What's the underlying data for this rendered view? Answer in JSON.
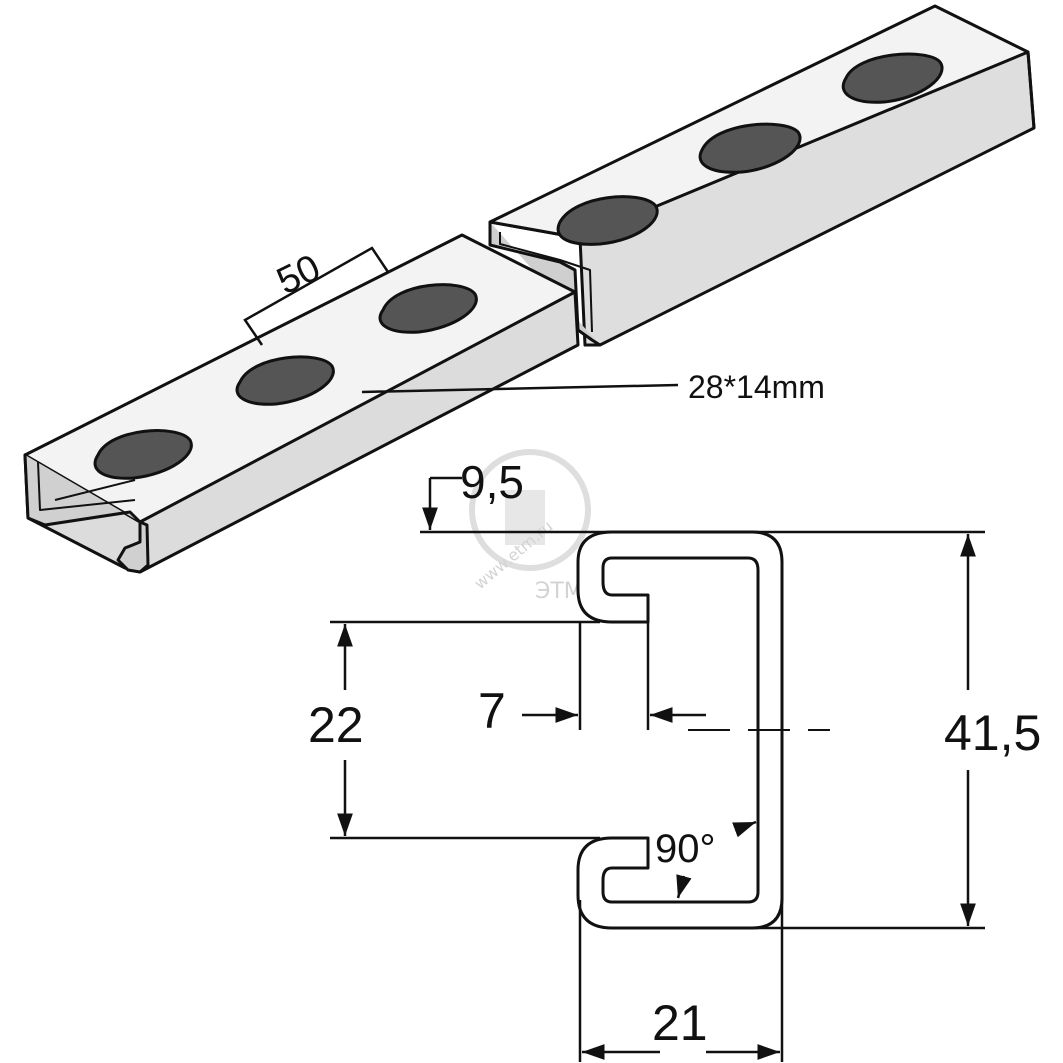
{
  "colors": {
    "line": "#111111",
    "metal_light": "#f4f4f4",
    "metal_mid": "#dcdcdc",
    "metal_dark": "#bcbcbc",
    "slot": "#555555",
    "watermark": "#c9c9c9"
  },
  "labels": {
    "pitch": "50",
    "slot_size": "28*14mm",
    "lip_depth": "9,5",
    "slot_opening": "7",
    "inner_height": "22",
    "total_height": "41,5",
    "bend_angle": "90°",
    "width": "21"
  },
  "watermark": {
    "brand": "ЭТМ",
    "url": "www.etm.ru"
  }
}
